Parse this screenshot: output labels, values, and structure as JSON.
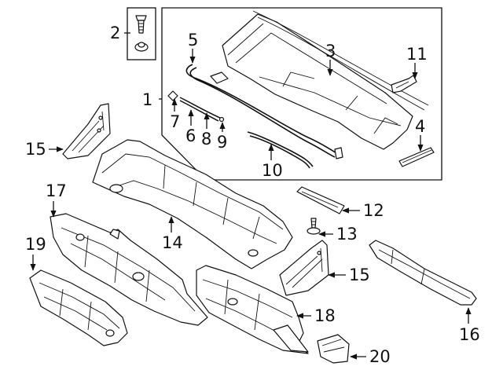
{
  "callouts": {
    "c1": "1",
    "c2": "2",
    "c3": "3",
    "c4": "4",
    "c5": "5",
    "c6": "6",
    "c7": "7",
    "c8": "8",
    "c9": "9",
    "c10": "10",
    "c11": "11",
    "c12": "12",
    "c13": "13",
    "c14": "14",
    "c15a": "15",
    "c15b": "15",
    "c16": "16",
    "c17": "17",
    "c18": "18",
    "c19": "19",
    "c20": "20"
  },
  "colors": {
    "line": "#111111",
    "background": "#ffffff"
  }
}
